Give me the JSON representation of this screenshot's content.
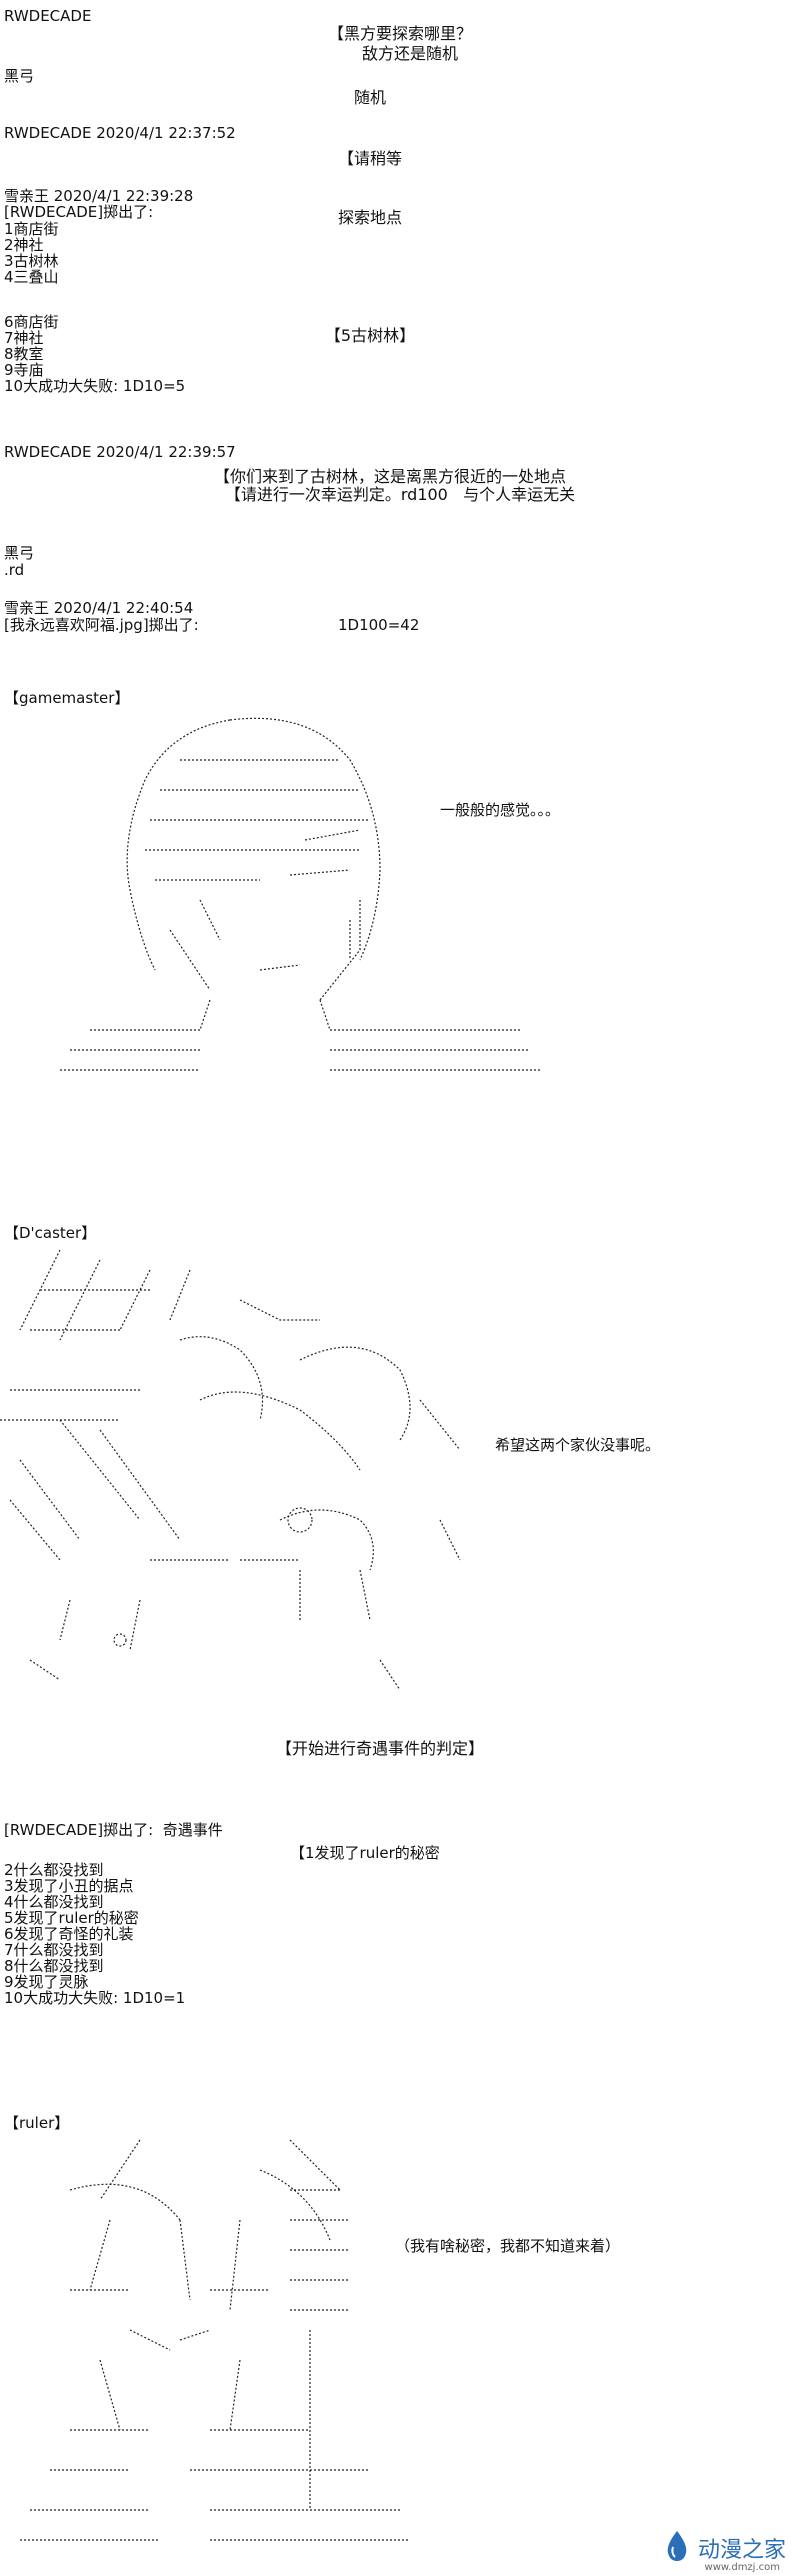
{
  "post1": {
    "header": "RWDECADE",
    "user": "黑弓",
    "bracket_q": "【黑方要探索哪里？",
    "q_line2": "敌方还是随机",
    "random": "随机"
  },
  "post2": {
    "header": "RWDECADE 2020/4/1 22:37:52",
    "wait": "【请稍等"
  },
  "post3": {
    "header": "雪亲王 2020/4/1 22:39:28",
    "roll_line": "[RWDECADE]掷出了:",
    "explore_points": "探索地点",
    "list": [
      "1商店街",
      "2神社",
      "3古树林",
      "4三叠山",
      "",
      "6商店街",
      "7神社",
      "8教室",
      "9寺庙",
      "10大成功大失败: 1D10=5"
    ],
    "result": "【5古树林】"
  },
  "post4": {
    "header": "RWDECADE 2020/4/1 22:39:57",
    "line1": "【你们来到了古树林，这是离黑方很近的一处地点",
    "line2": "【请进行一次幸运判定。rd100   与个人幸运无关"
  },
  "post5": {
    "user": "黑弓",
    "rd": ".rd"
  },
  "post6": {
    "header": "雪亲王 2020/4/1 22:40:54",
    "roll_line": "[我永远喜欢阿福.jpg]掷出了:",
    "result": "1D100=42"
  },
  "gm": {
    "tag": "【gamemaster】",
    "speech": "一般般的感觉。。。"
  },
  "caster": {
    "tag": "【D'caster】",
    "speech": "希望这两个家伙没事呢。",
    "announce": "【开始进行奇遇事件的判定】"
  },
  "encounter": {
    "roll_line": "[RWDECADE]掷出了:  奇遇事件",
    "result": "【1发现了ruler的秘密",
    "list": [
      "2什么都没找到",
      "3发现了小丑的据点",
      "4什么都没找到",
      "5发现了ruler的秘密",
      "6发现了奇怪的礼装",
      "7什么都没找到",
      "8什么都没找到",
      "9发现了灵脉",
      "10大成功大失败: 1D10=1"
    ]
  },
  "ruler": {
    "tag": "【ruler】",
    "speech": "（我有啥秘密，我都不知道来着）"
  },
  "watermark": {
    "text": "动漫之家",
    "sub": "www.dmzj.com",
    "color": "#2a6fb8"
  }
}
